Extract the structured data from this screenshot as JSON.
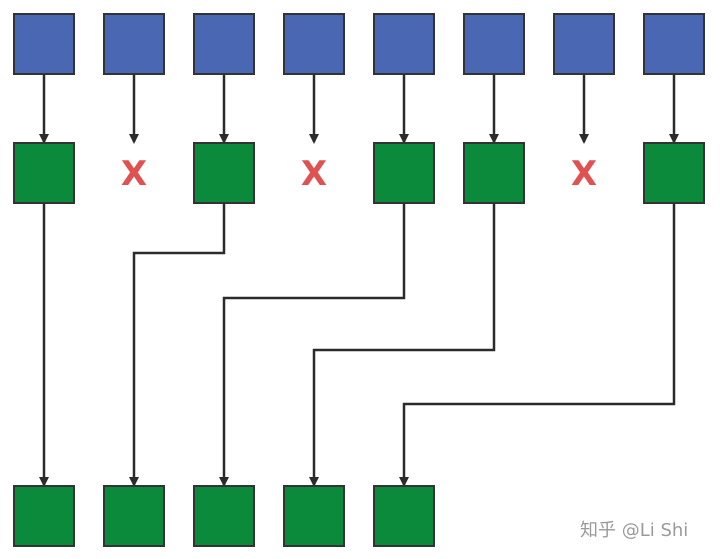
{
  "diagram": {
    "colors": {
      "source": "#4a67b3",
      "kept": "#0b8a3c",
      "edge": "#2b2b2b",
      "dropped_mark": "#e05252"
    },
    "source_count": 8,
    "filter_result": [
      "keep",
      "drop",
      "keep",
      "drop",
      "keep",
      "keep",
      "drop",
      "keep"
    ],
    "drop_marker": "X",
    "output_count": 5
  },
  "watermark": "知乎 @Li Shi"
}
